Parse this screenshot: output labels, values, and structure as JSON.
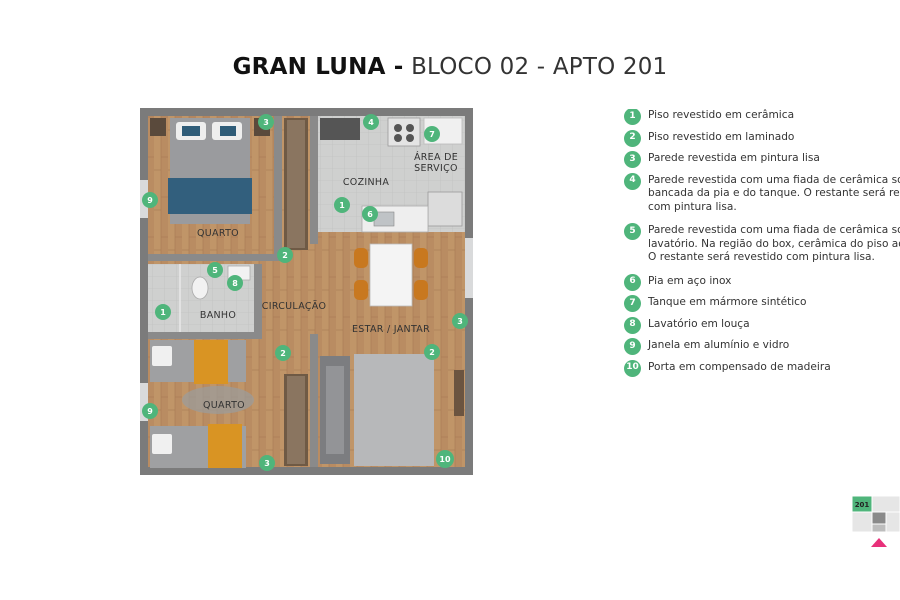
{
  "title": {
    "bold": "GRAN LUNA -",
    "light": "BLOCO 02 - APTO 201"
  },
  "rooms": {
    "quarto_top": "QUARTO",
    "cozinha": "COZINHA",
    "area_servico_1": "ÁREA DE",
    "area_servico_2": "SERVIÇO",
    "banho": "BANHO",
    "circulacao": "CIRCULAÇÃO",
    "estar_jantar": "ESTAR / JANTAR",
    "quarto_bottom": "QUARTO"
  },
  "legend": [
    {
      "num": "1",
      "lines": [
        "Piso revestido em cerâmica"
      ]
    },
    {
      "num": "2",
      "lines": [
        "Piso revestido em laminado"
      ]
    },
    {
      "num": "3",
      "lines": [
        "Parede revestida em pintura lisa"
      ]
    },
    {
      "num": "4",
      "lines": [
        "Parede revestida com uma fiada de cerâmica sobre",
        "bancada da pia e do tanque. O restante será revest",
        "com pintura lisa."
      ]
    },
    {
      "num": "5",
      "lines": [
        "Parede revestida com uma fiada de cerâmica sobre",
        "lavatório. Na região do box, cerâmica do piso ao te",
        "O restante será revestido com pintura lisa."
      ]
    },
    {
      "num": "6",
      "lines": [
        "Pia em aço inox"
      ]
    },
    {
      "num": "7",
      "lines": [
        "Tanque em mármore sintético"
      ]
    },
    {
      "num": "8",
      "lines": [
        "Lavatório em louça"
      ]
    },
    {
      "num": "9",
      "lines": [
        "Janela em alumínio e vidro"
      ]
    },
    {
      "num": "10",
      "lines": [
        "Porta em compensado de madeira"
      ]
    }
  ],
  "markers": [
    "3",
    "4",
    "7",
    "9",
    "1",
    "6",
    "2",
    "5",
    "8",
    "1",
    "3",
    "2",
    "2",
    "9",
    "3",
    "10",
    "2"
  ],
  "keyplan": {
    "unit": "201"
  },
  "colors": {
    "accent_green": "#4fb57b",
    "pointer_pink": "#e8307a"
  }
}
